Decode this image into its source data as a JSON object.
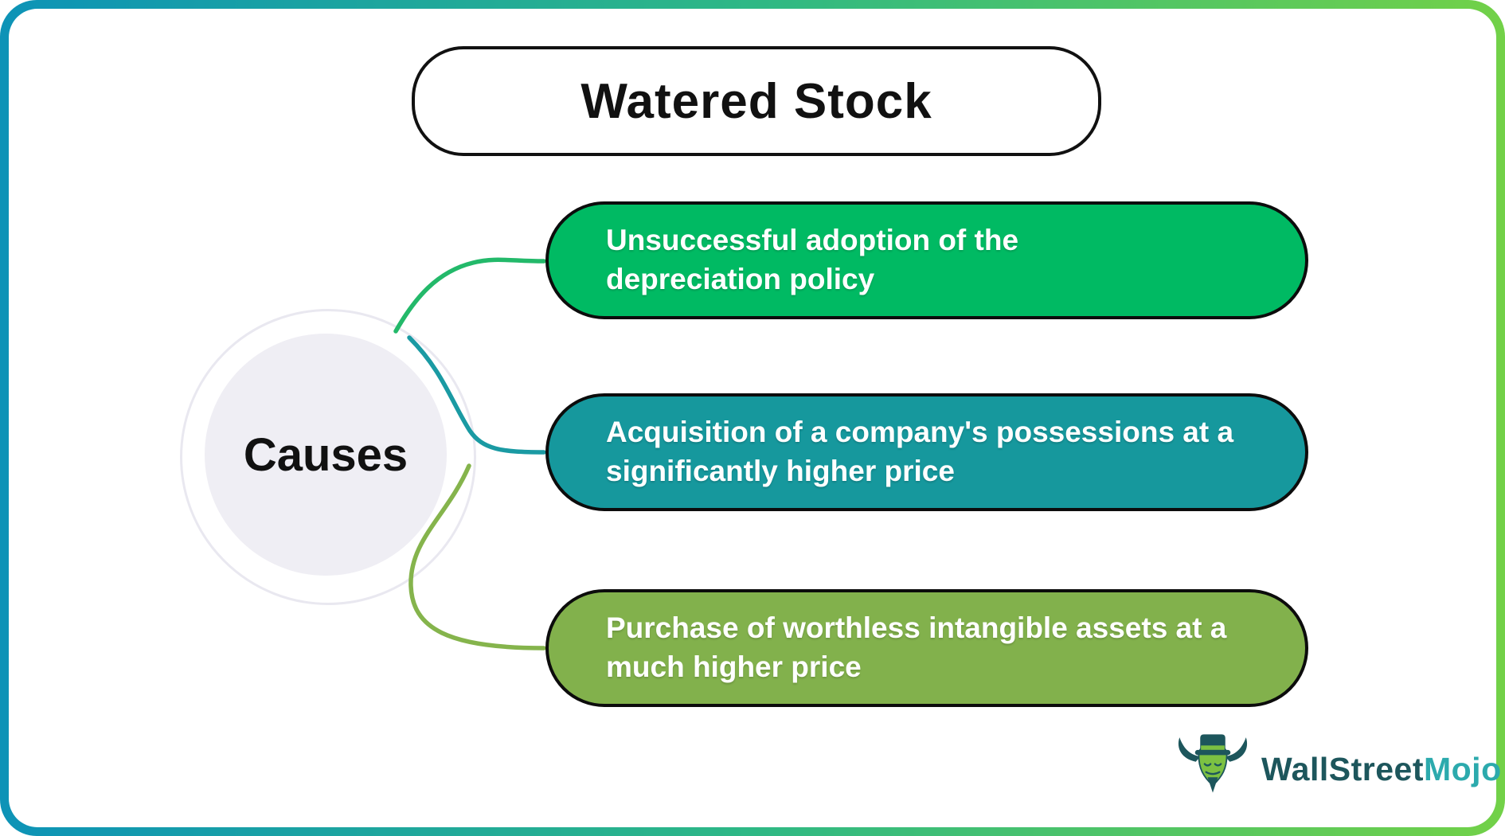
{
  "diagram": {
    "title": "Watered Stock",
    "center_label": "Causes",
    "causes": [
      {
        "text": "Unsuccessful adoption of the depreciation policy",
        "fill": "#00ba63",
        "connector_color": "#23b96a"
      },
      {
        "text": "Acquisition of a company's possessions at a significantly higher price",
        "fill": "#16989d",
        "connector_color": "#1a9aa3"
      },
      {
        "text": "Purchase of worthless intangible assets at a much higher price",
        "fill": "#82b14c",
        "connector_color": "#85b44c"
      }
    ],
    "hub_fill_color": "#efeef4",
    "hub_ring_color": "#e9e8f0"
  },
  "frame": {
    "gradient_start": "#0d93b7",
    "gradient_mid": "#2eb885",
    "gradient_end": "#72d148"
  },
  "brand": {
    "wordmark_primary": "WallStreet",
    "wordmark_secondary": "Mojo",
    "primary_color": "#1d565c",
    "secondary_color": "#2caaad",
    "logo": "bull-with-top-hat-icon"
  }
}
